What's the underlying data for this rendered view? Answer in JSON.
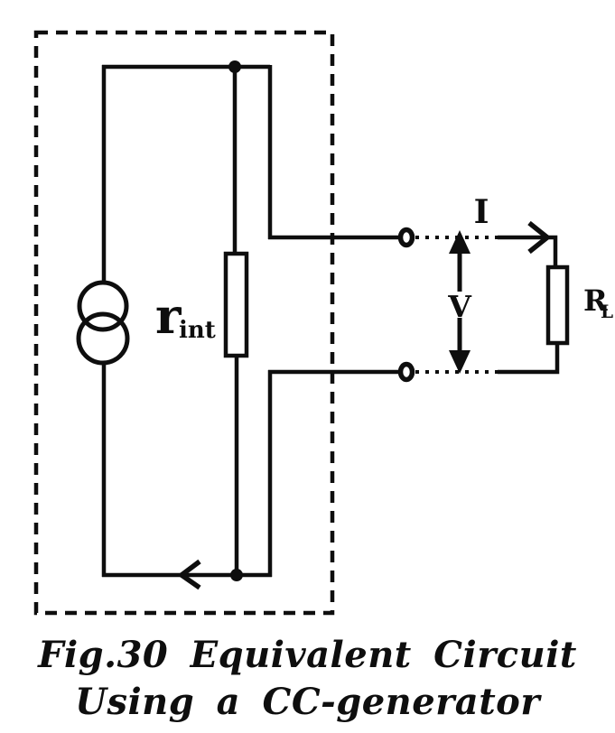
{
  "figure": {
    "caption_line1": "Fig.30 Equivalent Circuit",
    "caption_line2": "Using a CC-generator"
  },
  "labels": {
    "current": "I",
    "voltage": "V",
    "internal_resistance_base": "r",
    "internal_resistance_sub": "int",
    "load_resistance_base": "R",
    "load_resistance_sub": "L"
  },
  "colors": {
    "ink": "#0e0e0e",
    "paper": "#ffffff"
  }
}
